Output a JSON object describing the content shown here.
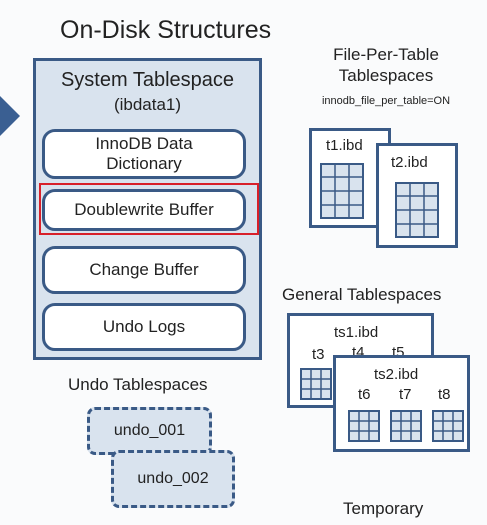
{
  "title": "On-Disk Structures",
  "system_tablespace": {
    "title": "System Tablespace",
    "subtitle": "(ibdata1)",
    "items": [
      {
        "label_line1": "InnoDB Data",
        "label_line2": "Dictionary"
      },
      {
        "label": "Doublewrite Buffer",
        "highlighted": true
      },
      {
        "label": "Change Buffer"
      },
      {
        "label": "Undo Logs"
      }
    ]
  },
  "file_per_table": {
    "title_line1": "File-Per-Table",
    "title_line2": "Tablespaces",
    "setting": "innodb_file_per_table=ON",
    "files": [
      "t1.ibd",
      "t2.ibd"
    ]
  },
  "general_tablespaces": {
    "title": "General Tablespaces",
    "files": [
      {
        "name": "ts1.ibd",
        "tables": [
          "t3",
          "t4",
          "t5"
        ]
      },
      {
        "name": "ts2.ibd",
        "tables": [
          "t6",
          "t7",
          "t8"
        ]
      }
    ]
  },
  "undo_tablespaces": {
    "title": "Undo Tablespaces",
    "files": [
      "undo_001",
      "undo_002"
    ]
  },
  "temporary": {
    "title": "Temporary"
  },
  "colors": {
    "box_fill": "#d9e3ee",
    "border": "#3a5a86",
    "highlight": "#d8202a",
    "arrow": "#3a5f92"
  }
}
